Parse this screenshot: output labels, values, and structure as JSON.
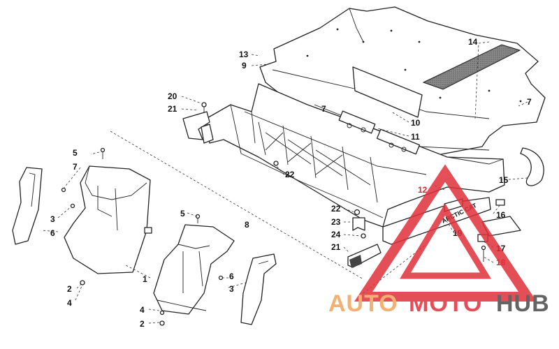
{
  "callouts": {
    "c1": "1",
    "c2a": "2",
    "c2b": "2",
    "c3a": "3",
    "c3b": "3",
    "c4a": "4",
    "c4b": "4",
    "c5a": "5",
    "c5b": "5",
    "c6a": "6",
    "c6b": "6",
    "c7a": "7",
    "c7b": "7",
    "c7c": "7",
    "c8": "8",
    "c9": "9",
    "c10": "10",
    "c11": "11",
    "c12": "12",
    "c13": "13",
    "c14": "14",
    "c15": "15",
    "c16": "16",
    "c17": "17",
    "c18": "18",
    "c19": "19",
    "c20": "20",
    "c21a": "21",
    "c21b": "21",
    "c22a": "22",
    "c22b": "22",
    "c23": "23",
    "c24": "24"
  },
  "decal_text": "ARCTIC CAT",
  "watermark": {
    "text_auto": "AUTO",
    "text_moto": "MOTO",
    "text_hub": "HUB",
    "color_orange": "#f2a35a",
    "color_red": "#e0303a",
    "color_gray": "#4a4a4a"
  },
  "colors": {
    "line": "#222222",
    "background": "#ffffff"
  }
}
